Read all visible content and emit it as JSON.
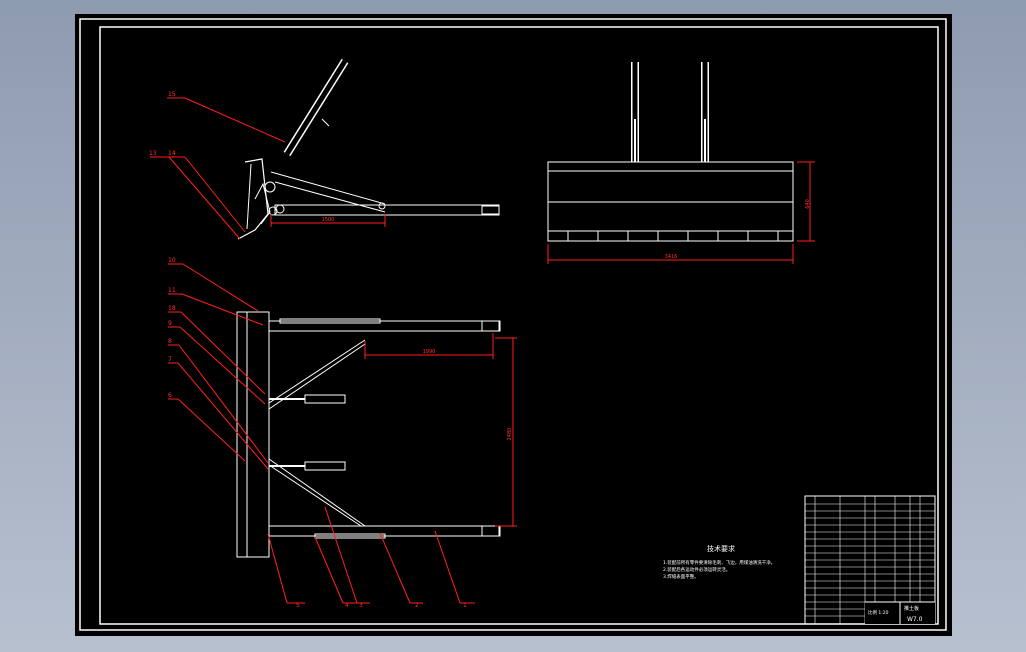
{
  "drawing": {
    "part_labels": [
      "15",
      "13",
      "14",
      "10",
      "11",
      "18",
      "9",
      "8",
      "7",
      "6",
      "5",
      "4",
      "3",
      "2",
      "1"
    ],
    "dimensions": {
      "side_view": "1500",
      "top_view_width": "1990",
      "top_view_height": "2480",
      "front_height": "640",
      "front_width": "3416"
    },
    "notes": {
      "title": "技术要求",
      "lines": [
        "1.装配前所有零件要清除毛刺、飞边，用煤油清洗干净。",
        "2.装配后各运动件必须运转灵活。",
        "3.焊缝表面平整。"
      ]
    },
    "title_block": {
      "scale": "比例 1:20",
      "name": "推土板",
      "code": "W7.0"
    }
  }
}
